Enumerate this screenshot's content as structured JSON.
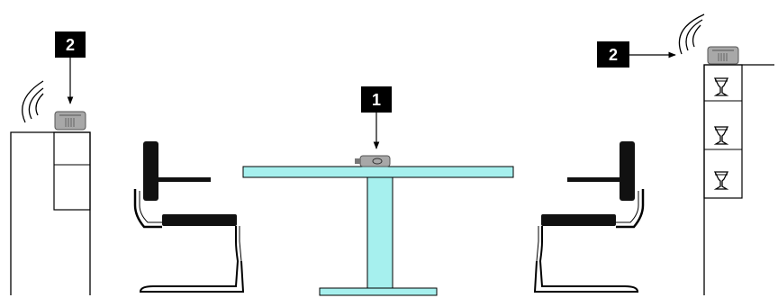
{
  "labels": {
    "table_device": "1",
    "left_device": "2",
    "right_device": "2"
  },
  "colors": {
    "table": "#a6f0ee",
    "device": "#a8a8a8",
    "label_box": "#000000",
    "outline": "#000000",
    "chair_dark": "#111111"
  },
  "icons": {
    "wireless_waves": "wifi-arc-icon",
    "glass": "wine-glass-icon"
  }
}
